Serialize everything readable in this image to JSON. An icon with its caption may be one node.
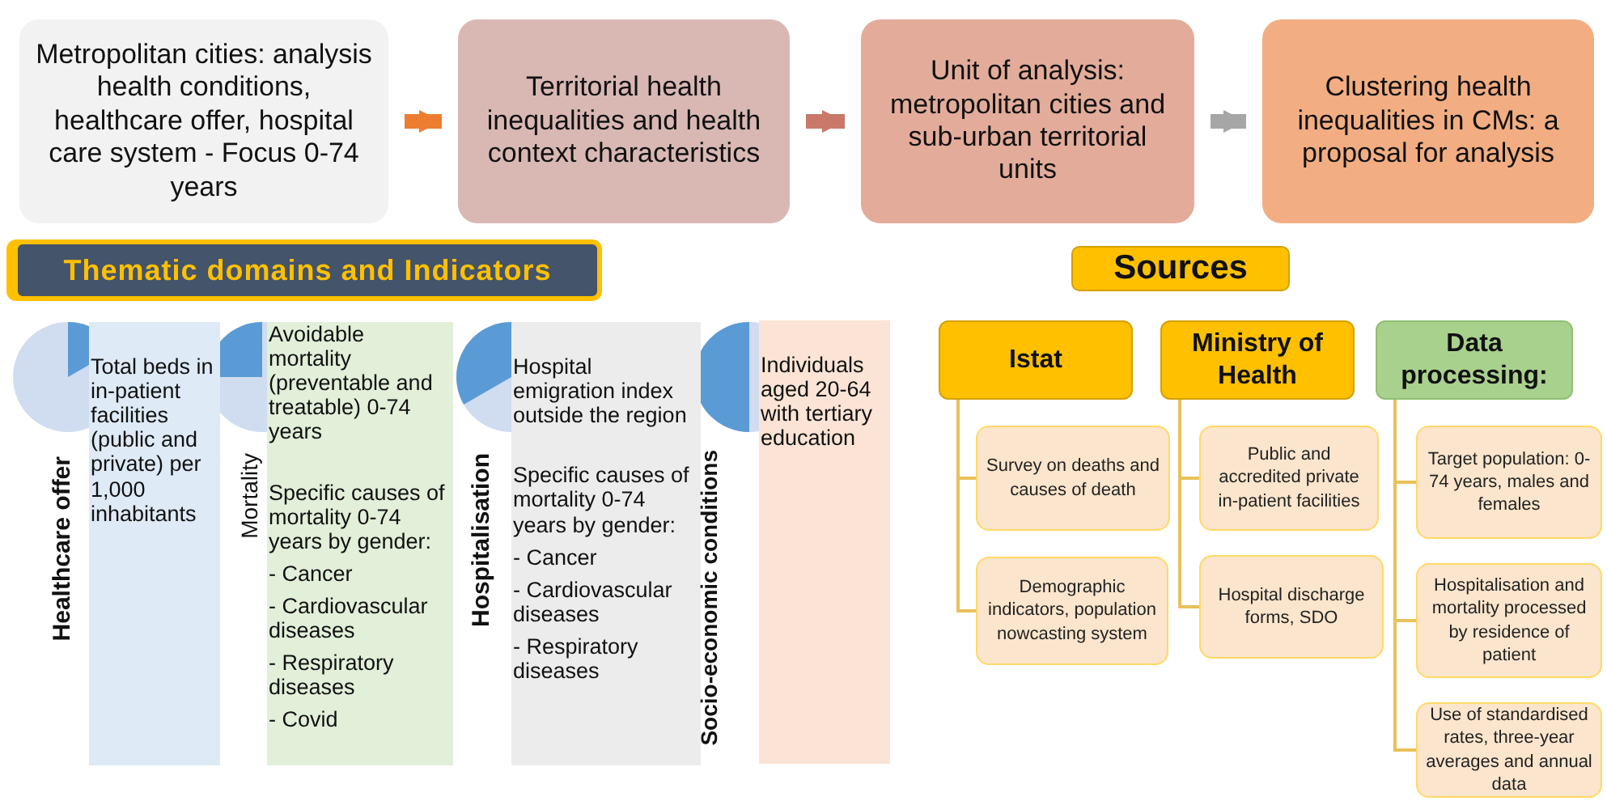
{
  "diagram": {
    "nodes": [
      {
        "text": [
          "Metropolitan cities: analysis health conditions, healthcare offer, hospital care system - Focus 0-74 years"
        ]
      },
      {
        "text": [
          "Territorial health inequalities and health context characteristics"
        ]
      },
      {
        "text": [
          "Unit of analysis: metropolitan cities and sub-urban territorial units"
        ]
      },
      {
        "text": [
          "Clustering health inequalities in CMs: a proposal for analysis"
        ]
      },
      {
        "text": [
          "Thematic domains and Indicators"
        ]
      },
      {
        "text": [
          "Healthcare offer",
          "Total beds in in-patient facilities (public and private) per 1,000 inhabitants"
        ]
      },
      {
        "text": [
          "Mortality",
          "Avoidable mortality (preventable and treatable) 0-74 years",
          "Specific causes of mortality 0-74 years by gender:",
          "- Cancer",
          "- Cardiovascular diseases",
          "- Respiratory diseases",
          "- Covid"
        ]
      },
      {
        "text": [
          "Hospitalisation",
          "Hospital emigration index outside the region",
          "Specific causes of mortality 0-74 years by gender:",
          "- Cancer",
          "- Cardiovascular diseases",
          "- Respiratory diseases"
        ]
      },
      {
        "text": [
          "Socio-economic conditions",
          "Individuals aged 20-64 with tertiary education"
        ]
      },
      {
        "text": [
          "Sources"
        ]
      },
      {
        "text": [
          "Istat"
        ]
      },
      {
        "text": [
          "Ministry of Health"
        ]
      },
      {
        "text": [
          "Data processing:"
        ]
      },
      {
        "text": [
          "Survey on deaths and causes of death"
        ]
      },
      {
        "text": [
          "Demographic indicators, population nowcasting system"
        ]
      },
      {
        "text": [
          "Public and accredited private in-patient facilities"
        ]
      },
      {
        "text": [
          "Hospital discharge forms, SDO"
        ]
      },
      {
        "text": [
          "Target population: 0-74 years, males and females"
        ]
      },
      {
        "text": [
          "Hospitalisation and mortality processed by residence of patient"
        ]
      },
      {
        "text": [
          "Use of standardised rates, three-year averages and annual data"
        ]
      }
    ],
    "edges": [
      {
        "from": 0,
        "to": 1,
        "arrow": "to",
        "style": "thick",
        "color": "#ed7d31"
      },
      {
        "from": 1,
        "to": 2,
        "arrow": "to",
        "style": "thick",
        "color": "#c9786a"
      },
      {
        "from": 2,
        "to": 3,
        "arrow": "to",
        "style": "thick",
        "color": "#a6a6a6"
      },
      {
        "from": 10,
        "to": 13,
        "arrow": "none"
      },
      {
        "from": 10,
        "to": 14,
        "arrow": "none"
      },
      {
        "from": 11,
        "to": 15,
        "arrow": "none"
      },
      {
        "from": 11,
        "to": 16,
        "arrow": "none"
      },
      {
        "from": 12,
        "to": 17,
        "arrow": "none"
      },
      {
        "from": 12,
        "to": 18,
        "arrow": "none"
      },
      {
        "from": 12,
        "to": 19,
        "arrow": "none"
      }
    ]
  }
}
